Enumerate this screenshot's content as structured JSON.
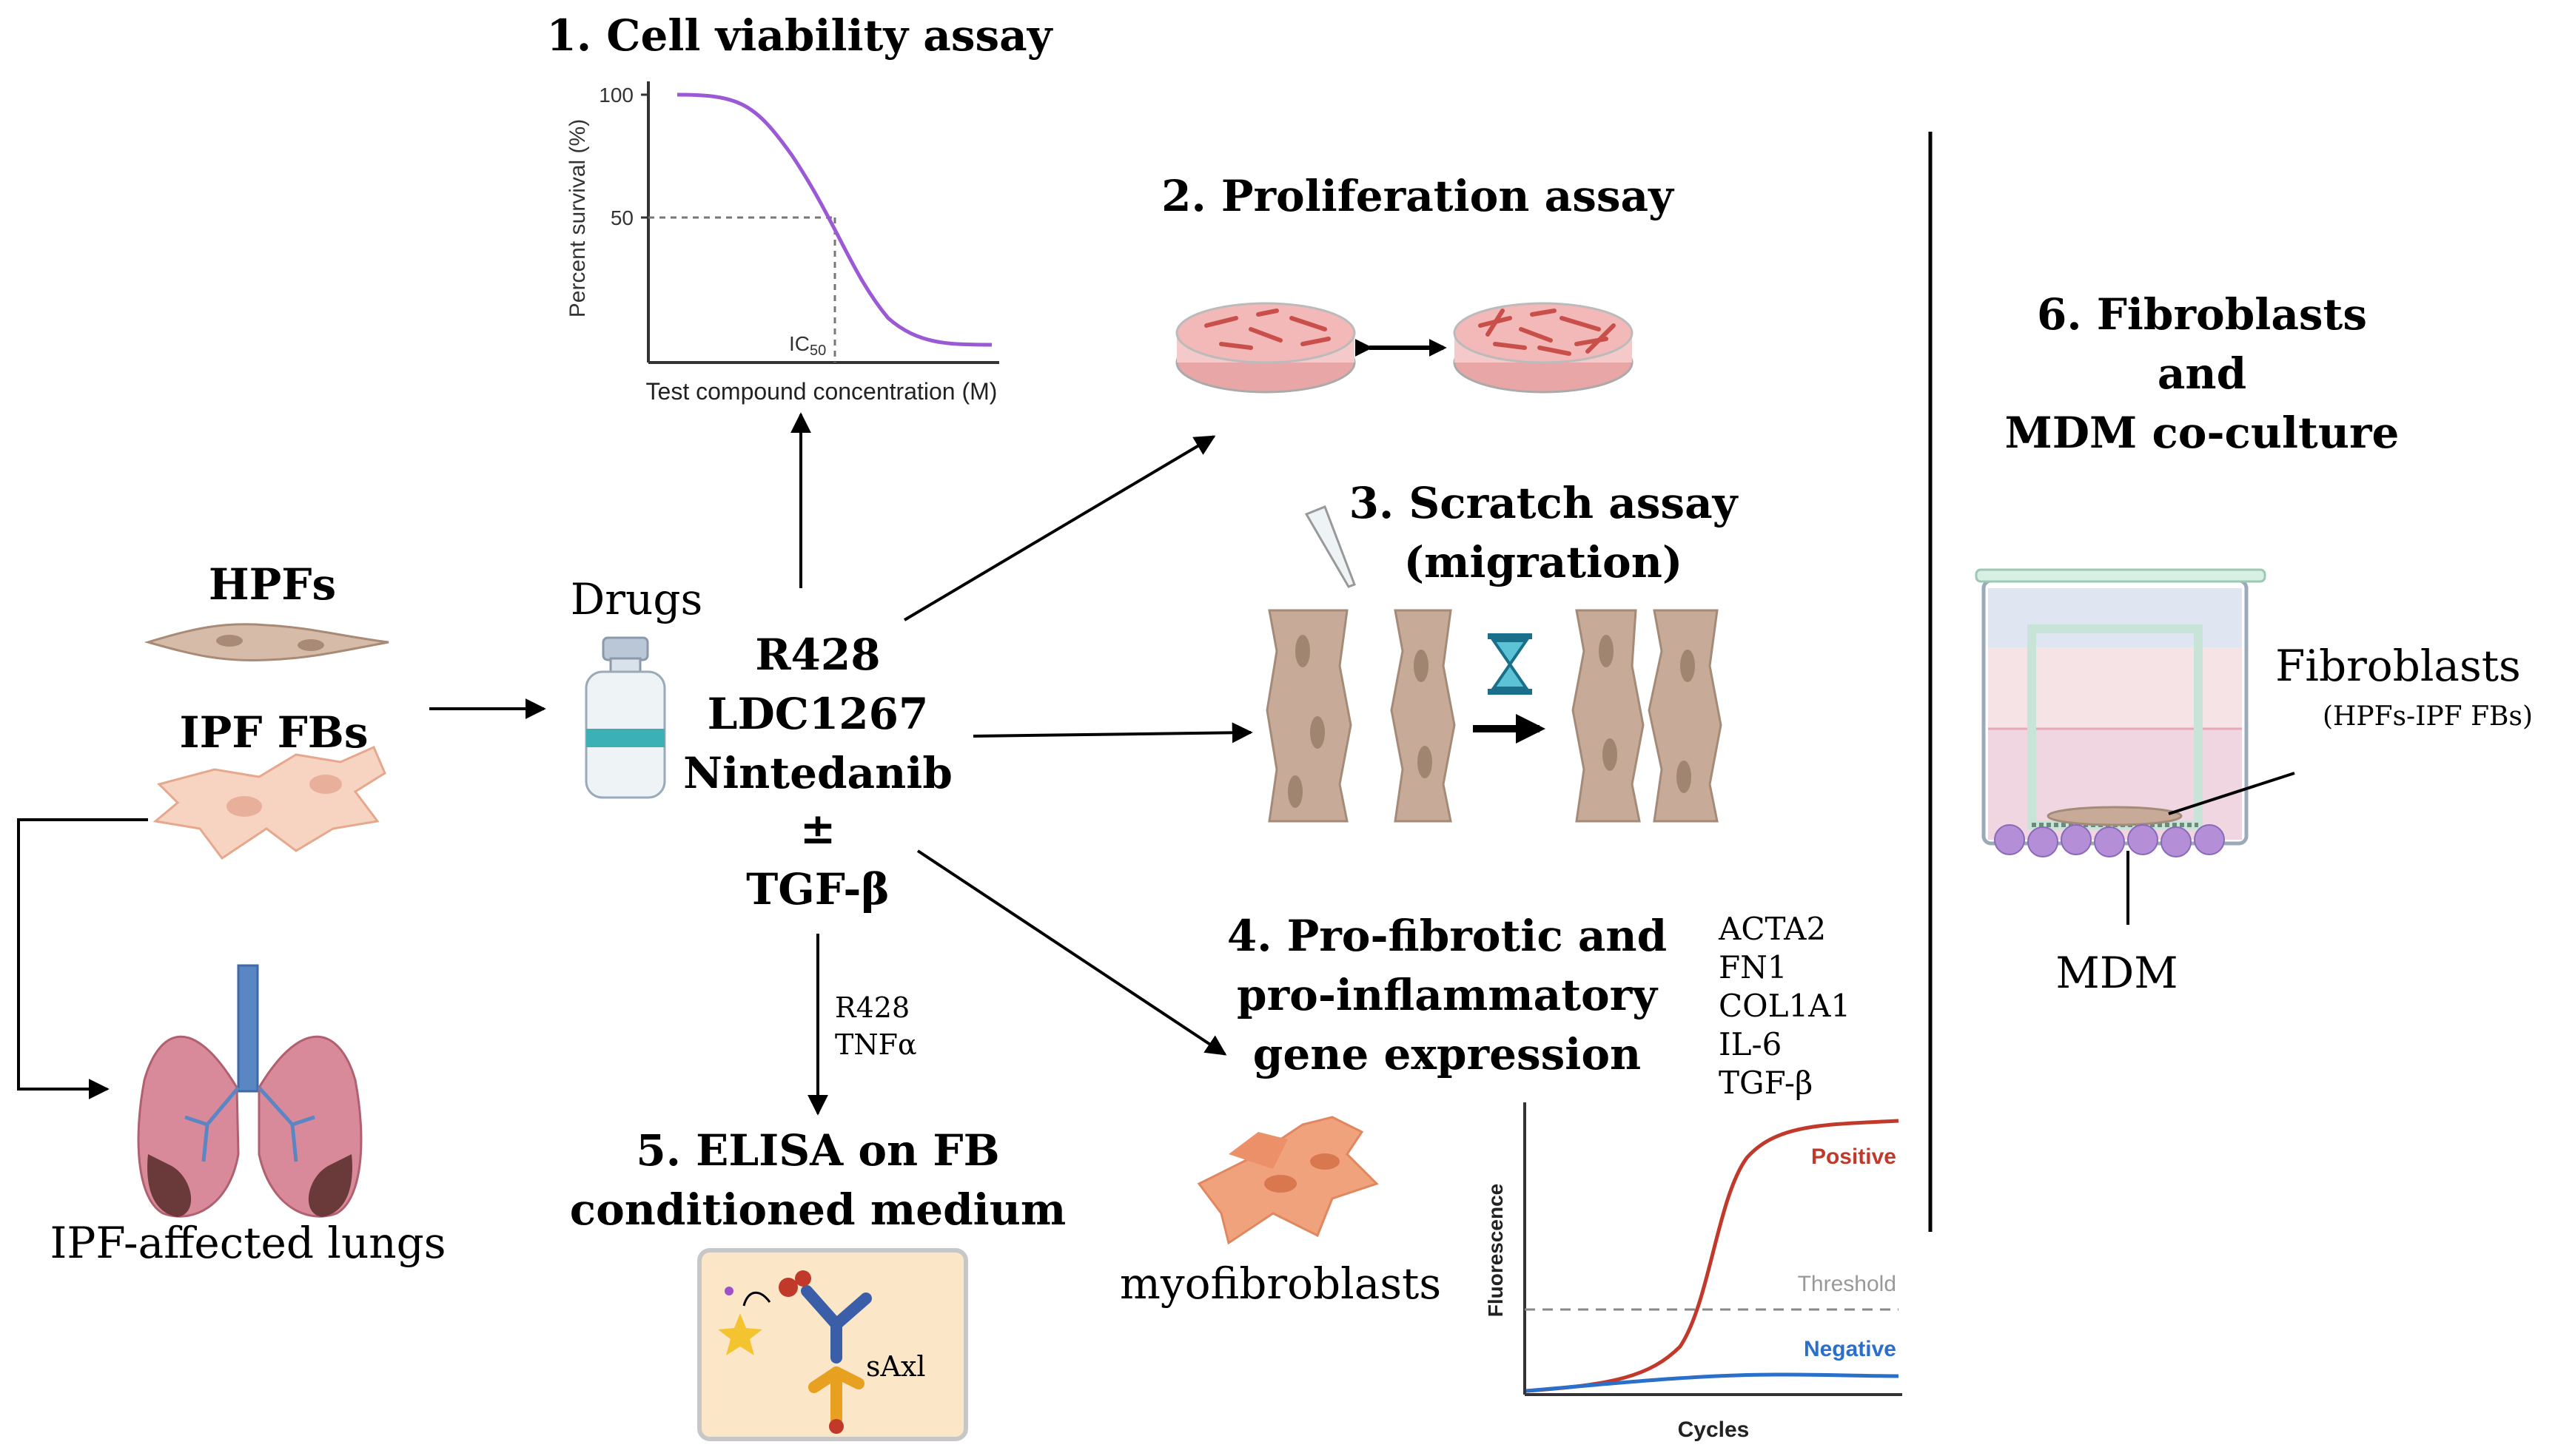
{
  "sections": {
    "viability": {
      "title": "1. Cell viability assay",
      "y_label": "Percent survival (%)",
      "x_label": "Test compound concentration (M)",
      "tick_100": "100",
      "tick_50": "50",
      "ic50": "IC",
      "ic50_sub": "50"
    },
    "proliferation": {
      "title": "2. Proliferation assay"
    },
    "scratch": {
      "title_line1": "3. Scratch assay",
      "title_line2": "(migration)"
    },
    "gene": {
      "title_line1": "4. Pro-fibrotic and",
      "title_line2": "pro-inflammatory",
      "title_line3": "gene expression",
      "genes": [
        "ACTA2",
        "FN1",
        "COL1A1",
        "IL-6",
        "TGF-β"
      ],
      "y_label": "Fluorescence",
      "x_label": "Cycles",
      "positive": "Positive",
      "threshold": "Threshold",
      "negative": "Negative",
      "myofibroblasts": "myofibroblasts"
    },
    "elisa": {
      "title_line1": "5. ELISA on FB",
      "title_line2": "conditioned medium",
      "arrow_label_1": "R428",
      "arrow_label_2": "TNFα",
      "antibody_label": "sAxl"
    },
    "coculture": {
      "title_line1": "6. Fibroblasts",
      "title_line2": "and",
      "title_line3": "MDM co-culture",
      "fibroblasts_label": "Fibroblasts",
      "fibroblasts_sub": "(HPFs-IPF FBs)",
      "mdm_label": "MDM"
    }
  },
  "left": {
    "hpfs": "HPFs",
    "ipf_fbs": "IPF FBs",
    "lungs": "IPF-affected lungs"
  },
  "drugs": {
    "label": "Drugs",
    "items": [
      "R428",
      "LDC1267",
      "Nintedanib",
      "±",
      "TGF-β"
    ]
  },
  "colors": {
    "curve_purple": "#9b59d6",
    "positive_red": "#c0392b",
    "negative_blue": "#2a6fc9",
    "threshold_gray": "#888888",
    "fibroblast_pink": "#f6c7b4",
    "hpf_brown": "#c9ad9a",
    "dish_pink": "#f3b8b8",
    "lung_pink": "#d98a9a",
    "trachea_blue": "#5a86c4"
  }
}
